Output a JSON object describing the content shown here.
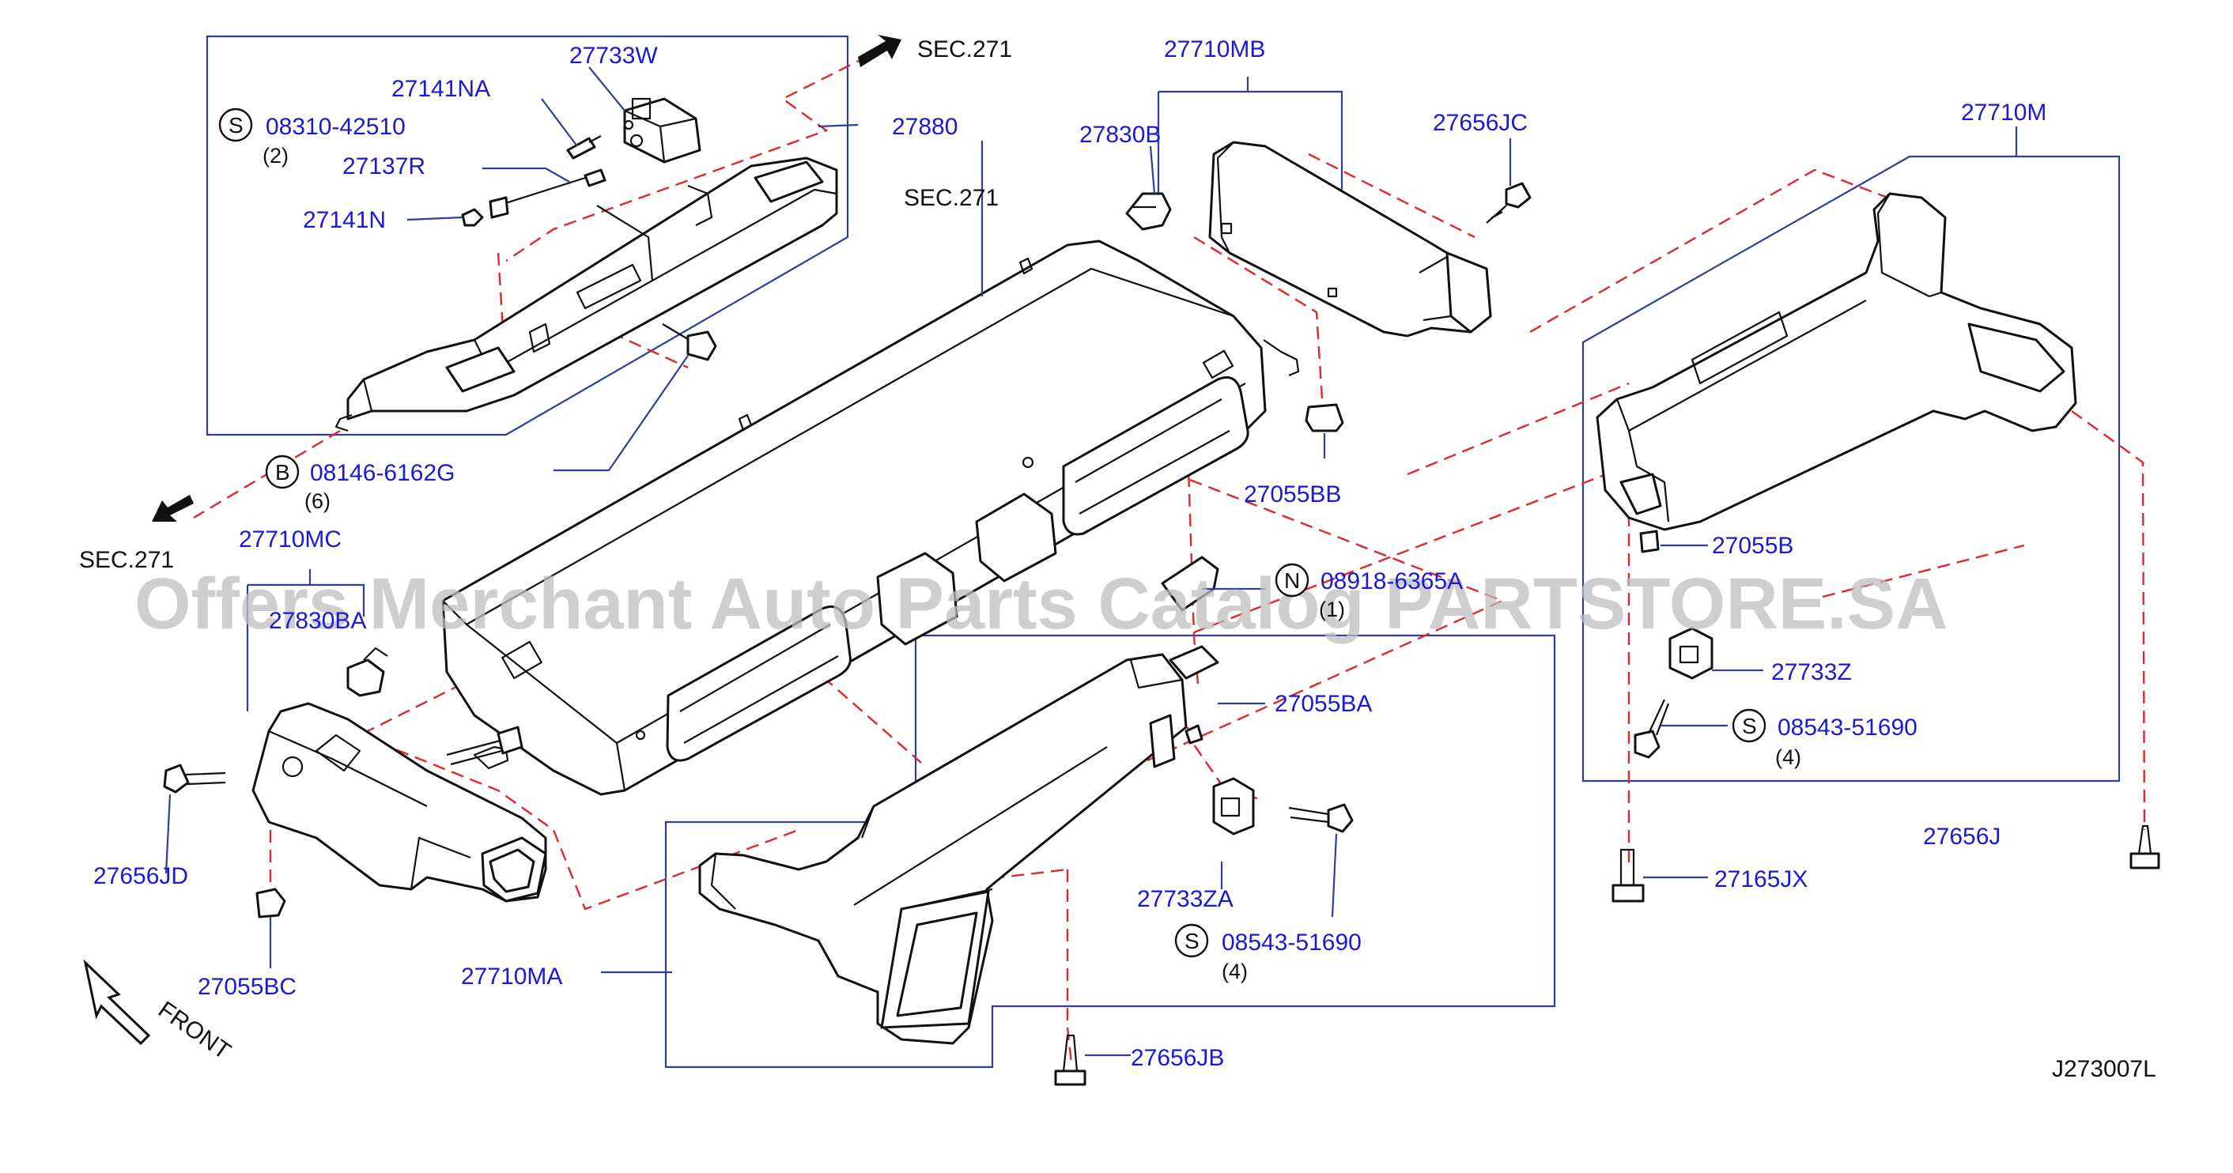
{
  "diagram": {
    "code": "J273007L",
    "front_label": "FRONT",
    "watermark": "Offers Merchant Auto Parts Catalog PARTSTORE.SA",
    "section_refs": [
      "SEC.271",
      "SEC.271",
      "SEC.271"
    ],
    "part_labels": {
      "p27733W": "27733W",
      "p27141NA": "27141NA",
      "p27137R": "27137R",
      "p27141N": "27141N",
      "p27880": "27880",
      "p27710MB": "27710MB",
      "p27830B": "27830B",
      "p27656JC": "27656JC",
      "p27710M": "27710M",
      "p27055BB": "27055BB",
      "p27710MC": "27710MC",
      "p27830BA": "27830BA",
      "p27055B": "27055B",
      "p27733Z": "27733Z",
      "p27055BA": "27055BA",
      "p27656JD": "27656JD",
      "p27055BC": "27055BC",
      "p27733ZA": "27733ZA",
      "p27710MA": "27710MA",
      "p27656J": "27656J",
      "p27165JX": "27165JX",
      "p27656JB": "27656JB"
    },
    "fasteners": [
      {
        "symbol": "S",
        "part": "08310-42510",
        "qty": "(2)"
      },
      {
        "symbol": "B",
        "part": "08146-6162G",
        "qty": "(6)"
      },
      {
        "symbol": "N",
        "part": "08918-6365A",
        "qty": "(1)"
      },
      {
        "symbol": "S",
        "part": "08543-51690",
        "qty": "(4)"
      },
      {
        "symbol": "S",
        "part": "08543-51690",
        "qty": "(4)"
      }
    ]
  }
}
